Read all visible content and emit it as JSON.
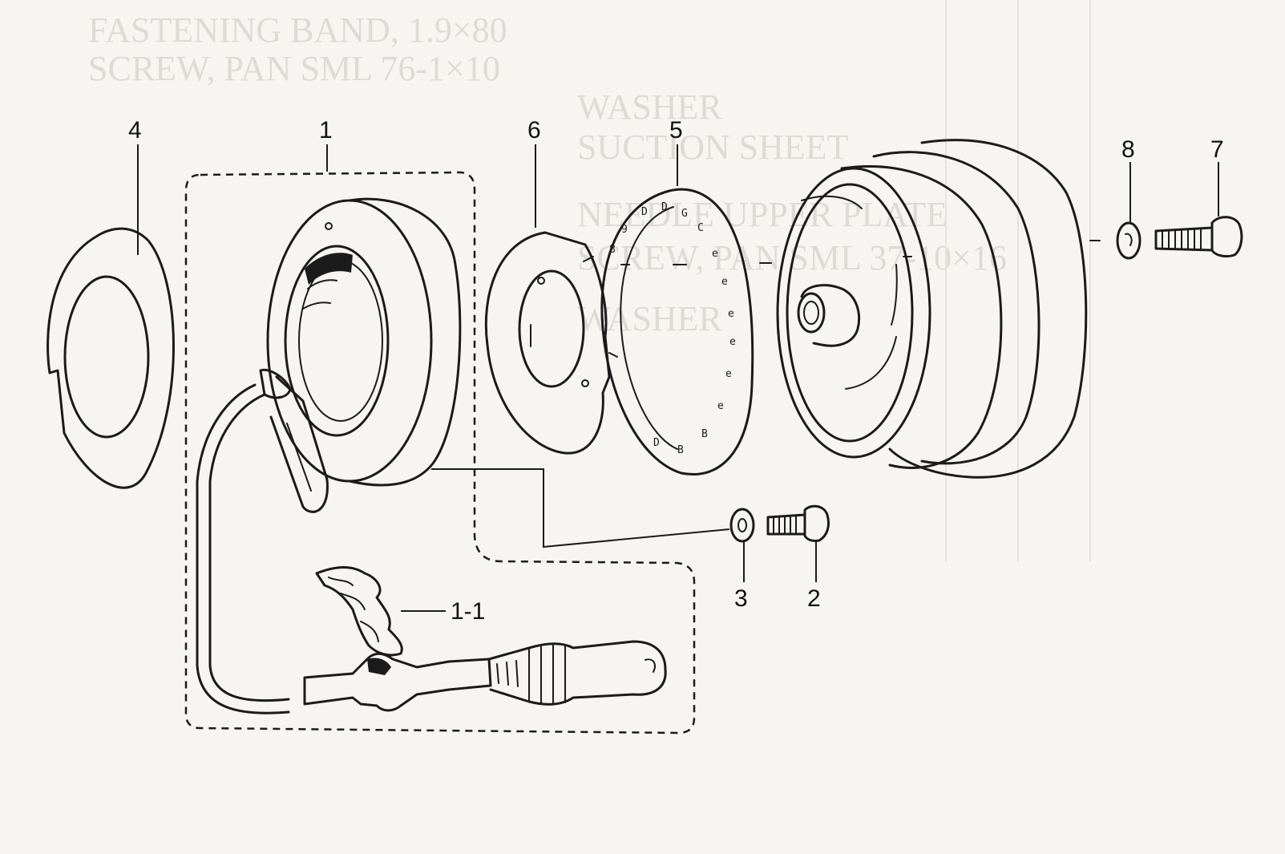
{
  "labels": {
    "part_1": "1",
    "part_1_1": "1-1",
    "part_2": "2",
    "part_3": "3",
    "part_4": "4",
    "part_5": "5",
    "part_6": "6",
    "part_7": "7",
    "part_8": "8"
  },
  "background_text": {
    "line_1": "FASTENING BAND, 1.9×80",
    "line_2": "SCREW, PAN SML 76-1×10",
    "line_3": "WASHER",
    "line_4": "SUCTION SHEET",
    "line_5": "NEEDLE UPPER PLATE",
    "line_6": "SCREW, PAN SML 37-10×16",
    "line_7": "WASHER"
  },
  "colors": {
    "ink": "#1b1b1b",
    "paper": "#f6f5f1",
    "bleed": "#c9c7c0"
  }
}
